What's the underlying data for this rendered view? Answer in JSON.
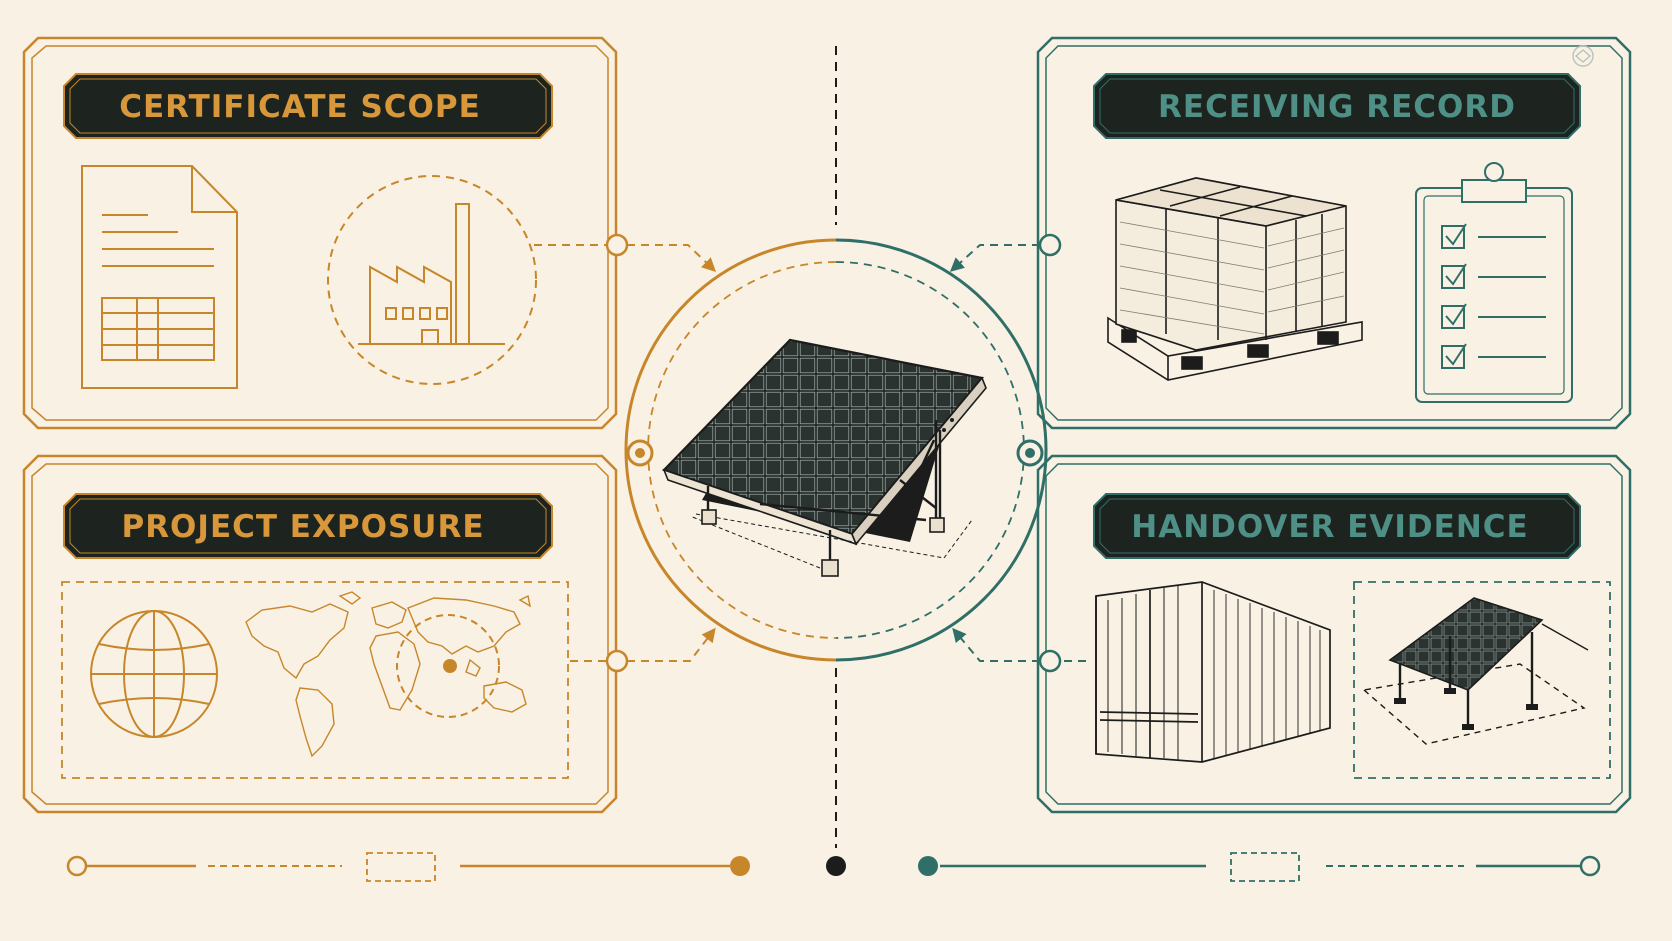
{
  "panels": {
    "certificate_scope": {
      "title": "CERTIFICATE SCOPE"
    },
    "receiving_record": {
      "title": "RECEIVING RECORD"
    },
    "project_exposure": {
      "title": "PROJECT EXPOSURE"
    },
    "handover_evidence": {
      "title": "HANDOVER EVIDENCE"
    }
  },
  "colors": {
    "background": "#f8f1e4",
    "amber": "#c8862a",
    "teal": "#2f6f68",
    "ink": "#1c1c1c",
    "banner_fill": "#1d2420"
  }
}
